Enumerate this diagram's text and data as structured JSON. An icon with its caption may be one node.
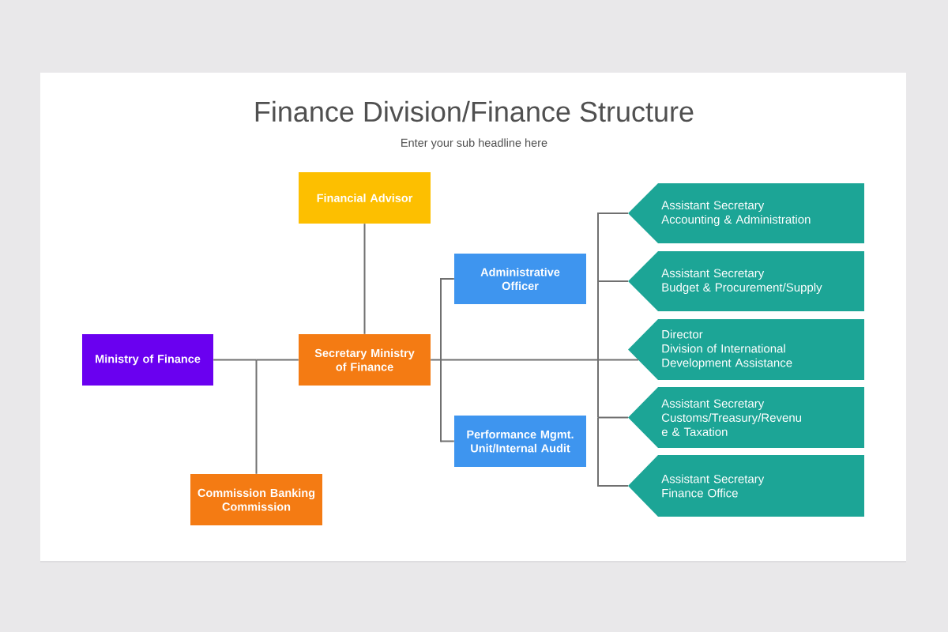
{
  "diagram": {
    "title": "Finance Division/Finance Structure",
    "nodes": [
      {
        "text": [
          "Ministry of Finance"
        ]
      },
      {
        "text": [
          "Financial Advisor"
        ]
      },
      {
        "text": [
          "Secretary Ministry of Finance"
        ]
      },
      {
        "text": [
          "Commission Banking Commission"
        ]
      },
      {
        "text": [
          "Administrative Officer"
        ]
      },
      {
        "text": [
          "Performance Mgmt. Unit/Internal Audit"
        ]
      },
      {
        "text": [
          "Assistant Secretary",
          "Accounting & Administration"
        ]
      },
      {
        "text": [
          "Assistant Secretary",
          "Budget & Procurement/Supply"
        ]
      },
      {
        "text": [
          "Director",
          "Division of International Development Assistance"
        ]
      },
      {
        "text": [
          "Assistant Secretary",
          "Customs/Treasury/Revenu e & Taxation"
        ]
      },
      {
        "text": [
          "Assistant Secretary",
          "Finance Office"
        ]
      }
    ],
    "edges": [
      {
        "from": 0,
        "to": 2,
        "arrow": "none"
      },
      {
        "from": 0,
        "to": 3,
        "arrow": "none"
      },
      {
        "from": 1,
        "to": 2,
        "arrow": "none"
      },
      {
        "from": 2,
        "to": 4,
        "arrow": "none"
      },
      {
        "from": 2,
        "to": 5,
        "arrow": "none"
      },
      {
        "from": 2,
        "to": 6,
        "arrow": "none"
      },
      {
        "from": 2,
        "to": 7,
        "arrow": "none"
      },
      {
        "from": 2,
        "to": 8,
        "arrow": "none"
      },
      {
        "from": 2,
        "to": 9,
        "arrow": "none"
      },
      {
        "from": 2,
        "to": 10,
        "arrow": "none"
      }
    ],
    "labels": [
      "Enter your sub headline here"
    ]
  }
}
